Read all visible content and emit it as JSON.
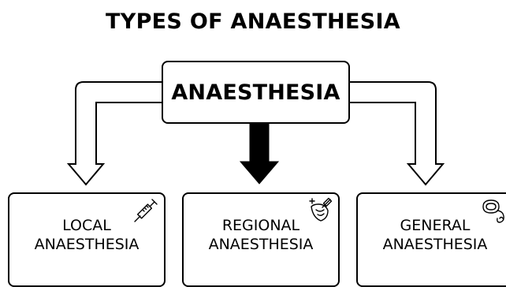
{
  "title": "TYPES OF ANAESTHESIA",
  "root": {
    "label": "ANAESTHESIA"
  },
  "types": [
    {
      "line1": "LOCAL",
      "line2": "ANAESTHESIA",
      "icon": "syringe-icon"
    },
    {
      "line1": "REGIONAL",
      "line2": "ANAESTHESIA",
      "icon": "nerve-block-icon"
    },
    {
      "line1": "GENERAL",
      "line2": "ANAESTHESIA",
      "icon": "anaesthesia-mask-icon"
    }
  ],
  "colors": {
    "ink": "#000000",
    "background": "#ffffff"
  }
}
